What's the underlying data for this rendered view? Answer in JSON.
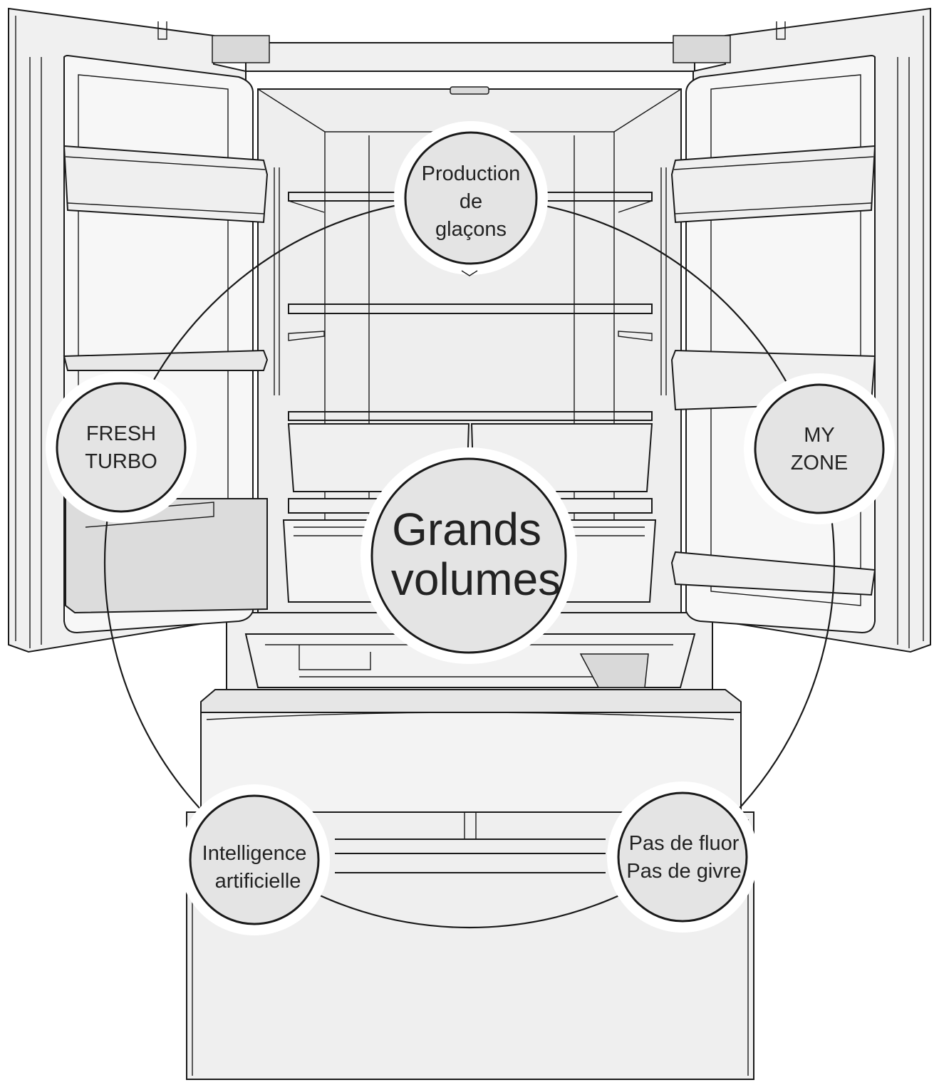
{
  "features": {
    "ice": {
      "line1": "Production",
      "line2": "de",
      "line3": "glaçons"
    },
    "fresh": {
      "line1": "FRESH",
      "line2": "TURBO"
    },
    "myzone": {
      "line1": "MY",
      "line2": "ZONE"
    },
    "volume": {
      "line1": "Grands",
      "line2": "volumes"
    },
    "ai": {
      "line1": "Intelligence",
      "line2": "artificielle"
    },
    "nofrost": {
      "line1": "Pas de fluor",
      "line2": "Pas de givre"
    }
  },
  "colors": {
    "bubble_fill": "#e4e4e4",
    "outline": "#1a1a1a",
    "background": "#ffffff"
  }
}
